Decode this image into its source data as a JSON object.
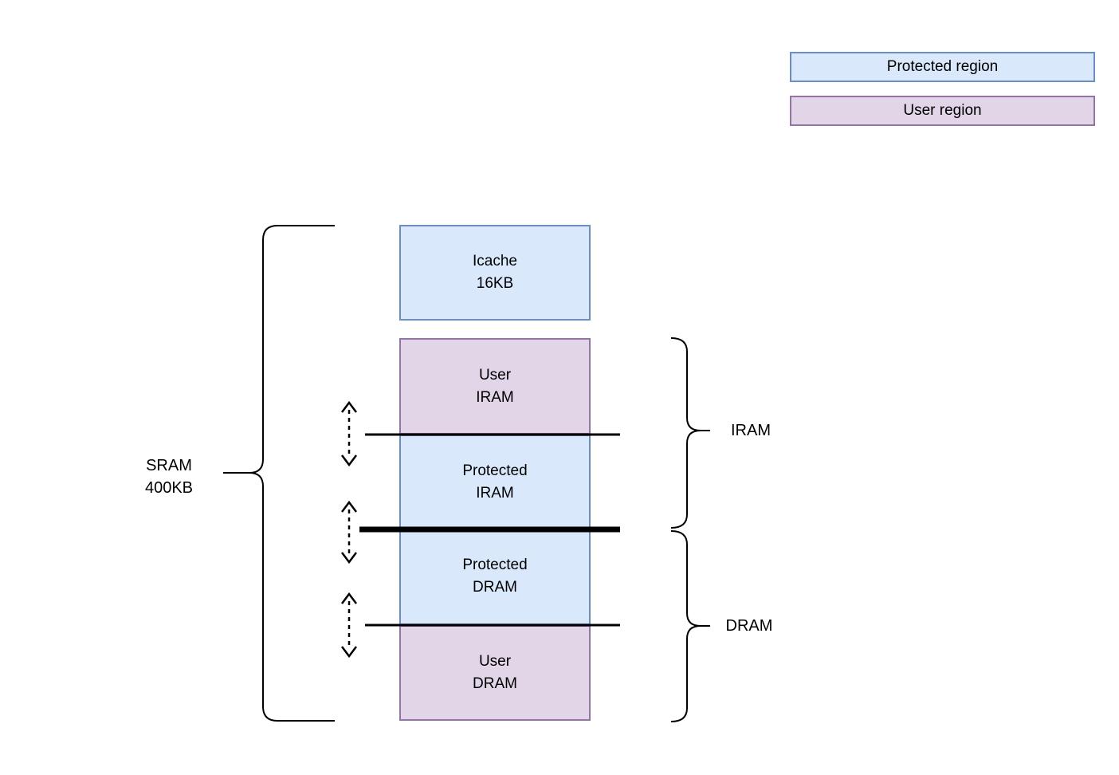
{
  "legend": {
    "protected": {
      "label": "Protected region"
    },
    "user": {
      "label": "User region"
    }
  },
  "memory_map": {
    "icache": {
      "name": "Icache",
      "size": "16KB"
    },
    "regions": [
      {
        "id": "user-iram",
        "line1": "User",
        "line2": "IRAM",
        "kind": "user"
      },
      {
        "id": "protected-iram",
        "line1": "Protected",
        "line2": "IRAM",
        "kind": "protected"
      },
      {
        "id": "protected-dram",
        "line1": "Protected",
        "line2": "DRAM",
        "kind": "protected"
      },
      {
        "id": "user-dram",
        "line1": "User",
        "line2": "DRAM",
        "kind": "user"
      }
    ],
    "sram_label": {
      "line1": "SRAM",
      "line2": "400KB"
    },
    "iram_label": "IRAM",
    "dram_label": "DRAM"
  },
  "colors": {
    "protected_fill": "#dae8fc",
    "protected_border": "#6c8ebf",
    "user_fill": "#e1d5e7",
    "user_border": "#9673a6",
    "line": "#000000"
  }
}
